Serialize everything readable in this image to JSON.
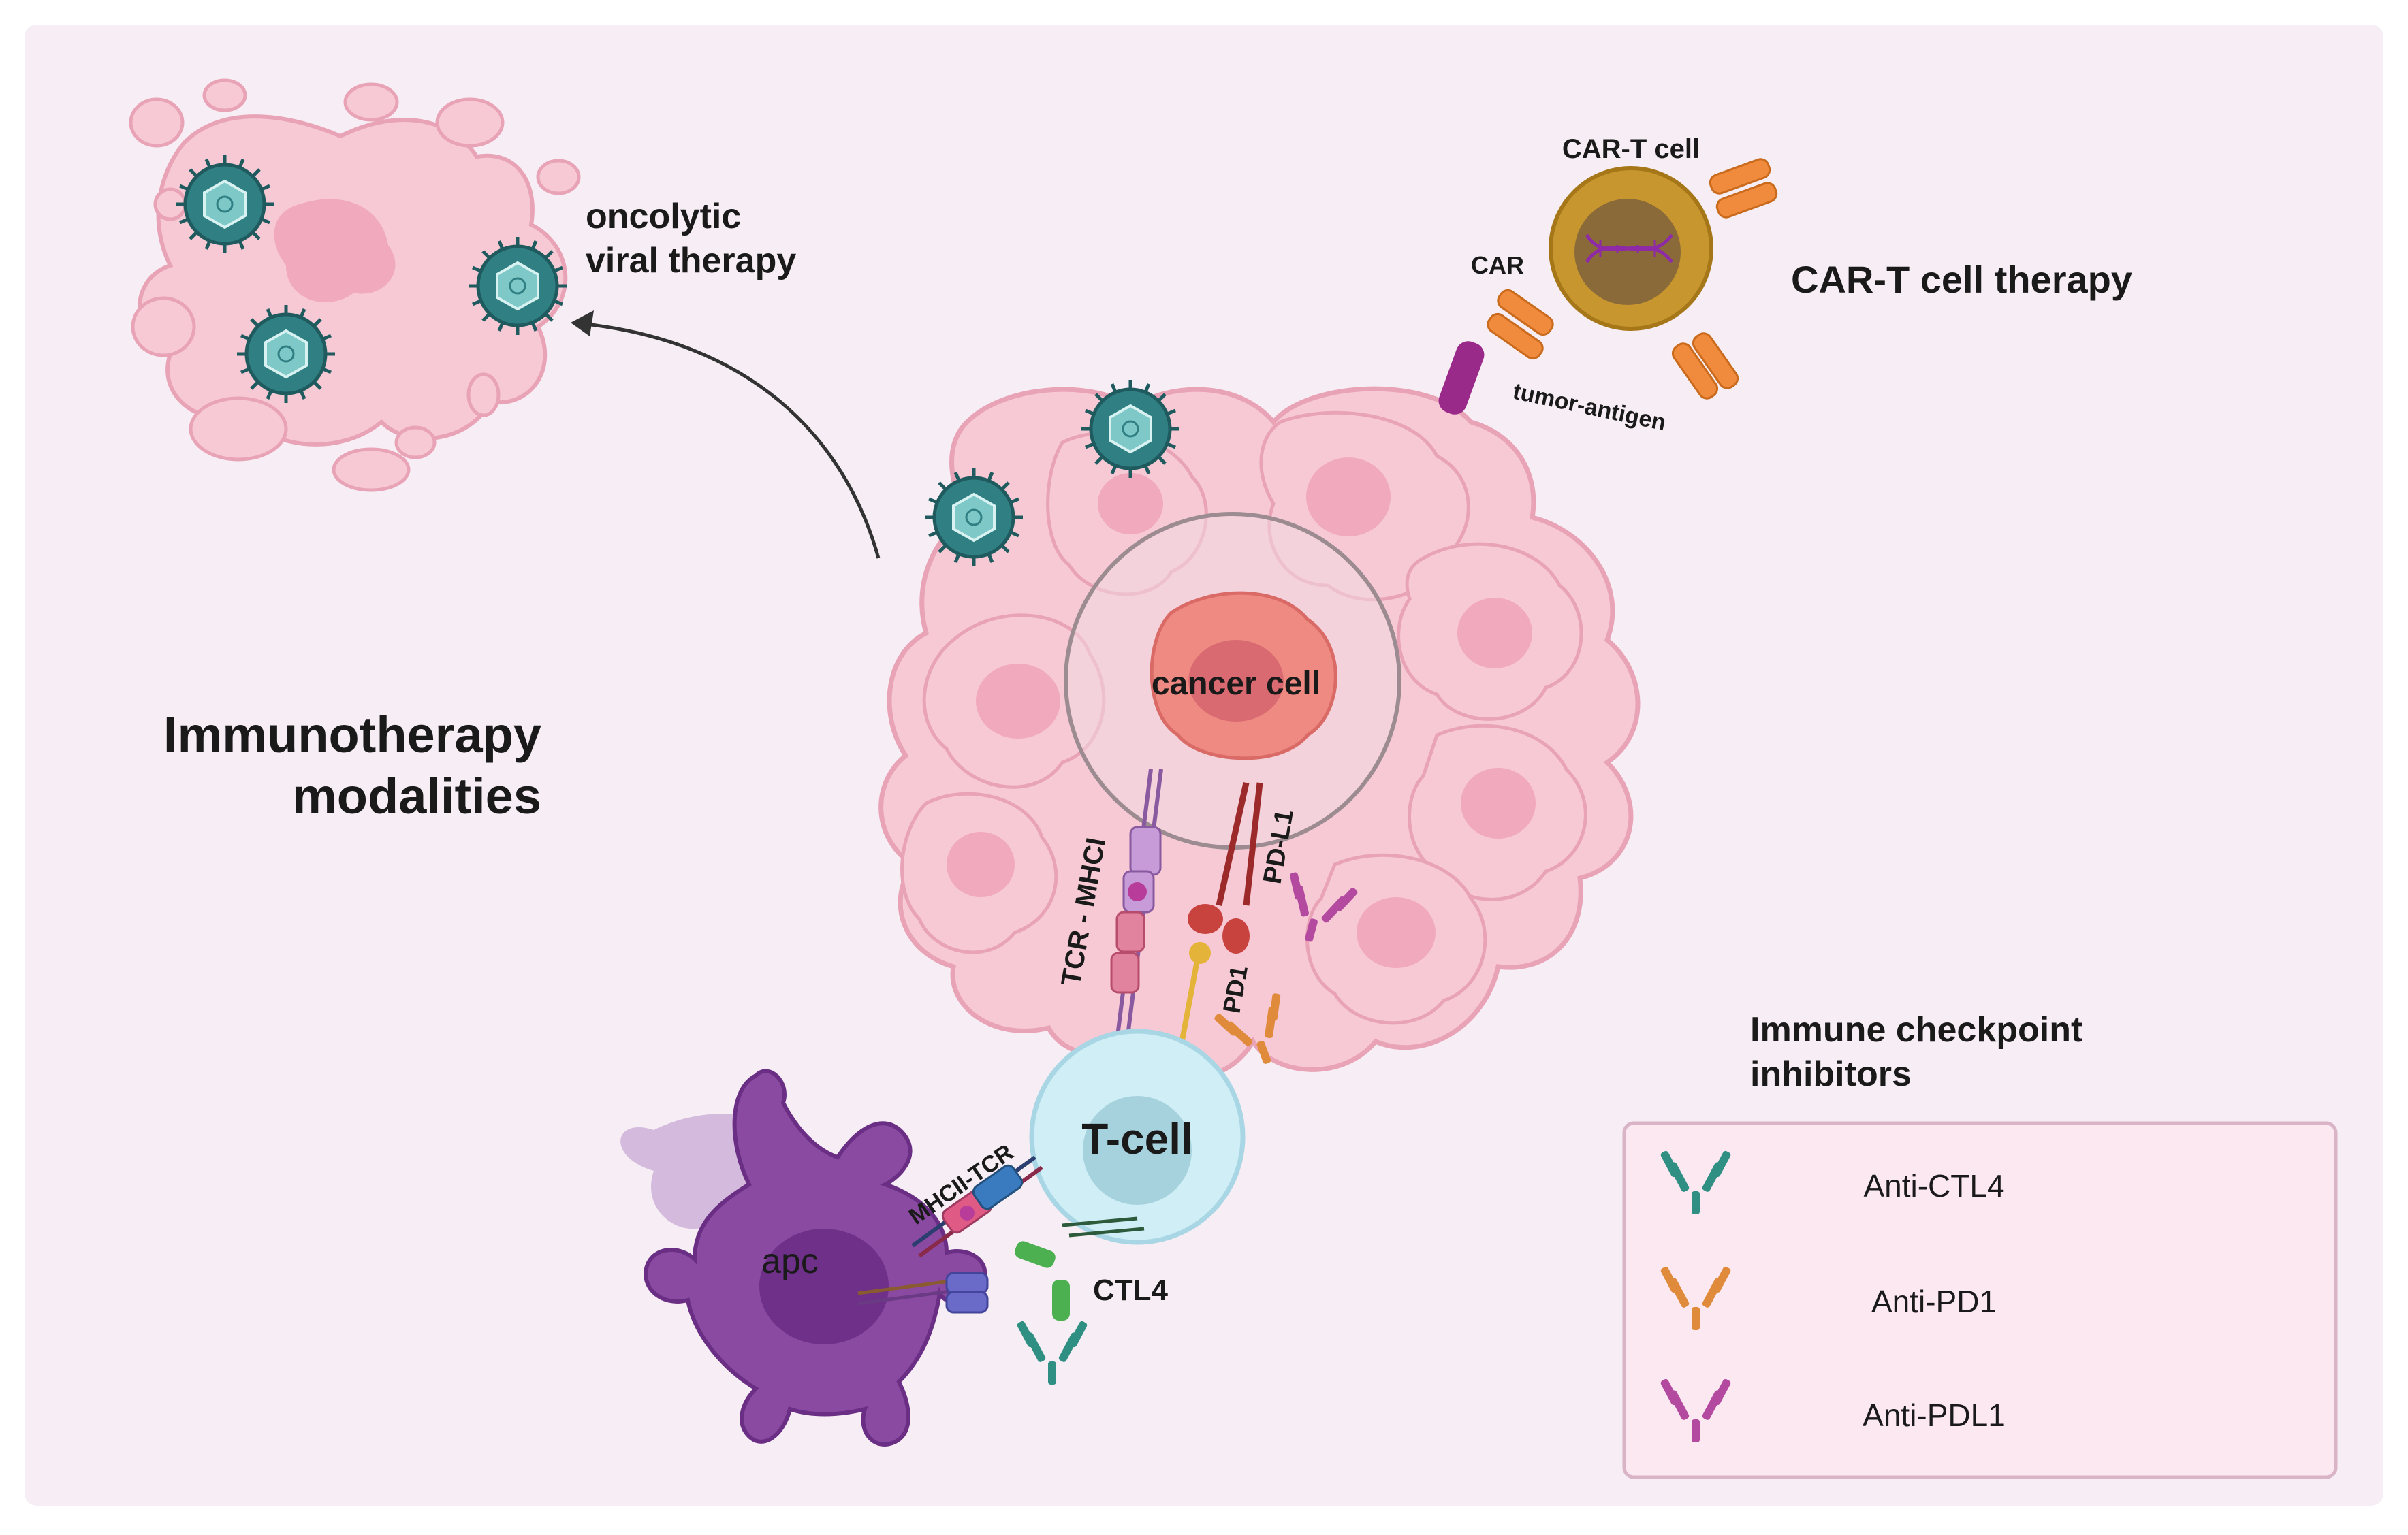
{
  "title": {
    "line1": "Immunotherapy",
    "line2": "modalities"
  },
  "oncolytic": {
    "line1": "oncolytic",
    "line2": "viral therapy"
  },
  "cart": {
    "cell_label": "CAR-T cell",
    "therapy_label": "CAR-T cell therapy",
    "car_label": "CAR",
    "antigen_label": "tumor-antigen"
  },
  "cancer": {
    "label": "cancer cell",
    "tcr_mhci_label": "TCR - MHCI",
    "pdl1_label": "PD-L1",
    "pd1_label": "PD1"
  },
  "tcell": {
    "label": "T-cell",
    "mhcii_tcr_label": "MHCII-TCR",
    "ctl4_label": "CTL4"
  },
  "apc": {
    "label": "apc"
  },
  "checkpoint": {
    "heading_line1": "Immune checkpoint",
    "heading_line2": "inhibitors",
    "items": [
      {
        "label": "Anti-CTL4",
        "color": "#2f8f83"
      },
      {
        "label": "Anti-PD1",
        "color": "#e08a3c"
      },
      {
        "label": "Anti-PDL1",
        "color": "#b44aa0"
      }
    ]
  },
  "colors": {
    "background": "#f6eef4",
    "tumor_fill": "#f6c9d4",
    "tumor_stroke": "#e9a3b6",
    "nucleus": "#f1a9bd",
    "virus": "#2f7f83",
    "tcell": "#cfeef5",
    "apc": "#8a4aa2",
    "cart_cell": "#c8962e"
  }
}
